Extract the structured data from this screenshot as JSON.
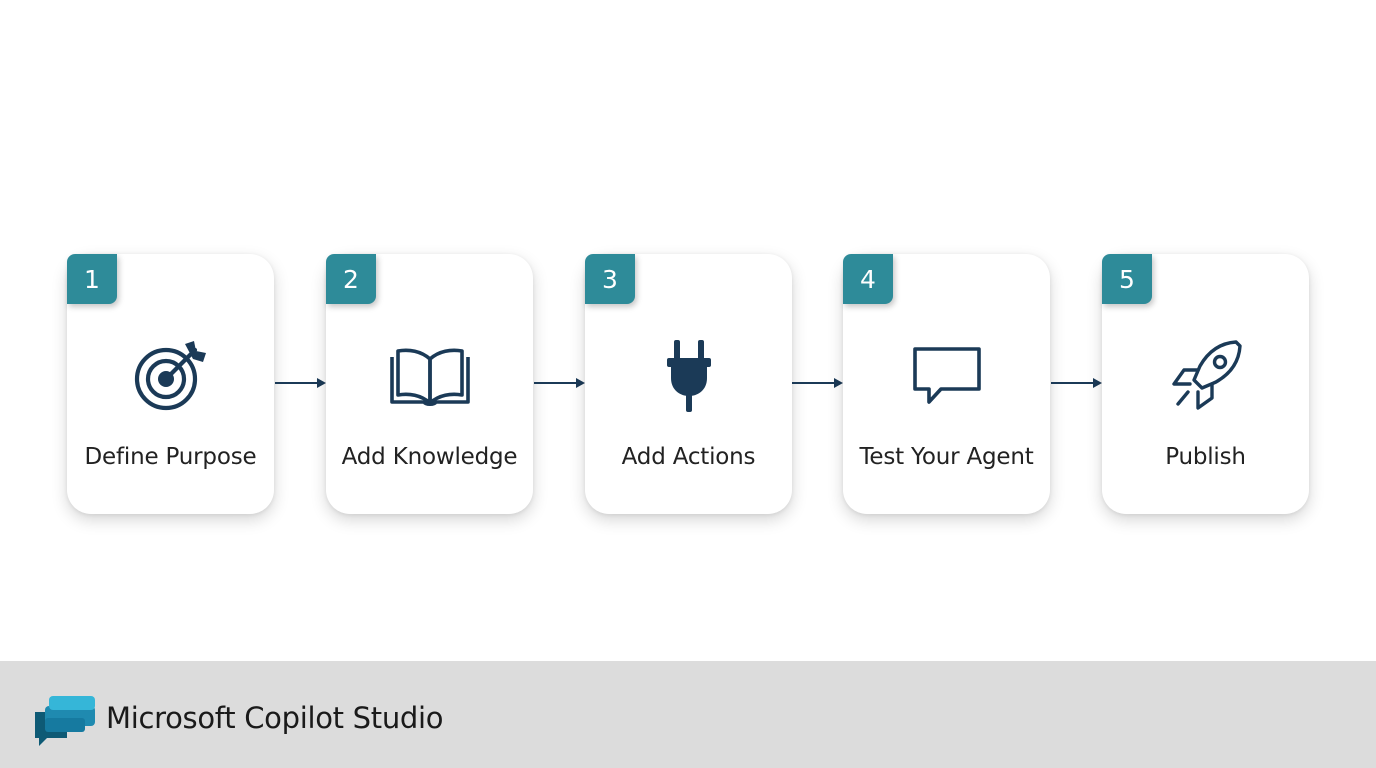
{
  "colors": {
    "badge": "#2e8b99",
    "icon": "#1b3a57",
    "arrow": "#1b3a57",
    "footer_bg": "#dcdcdc"
  },
  "steps": [
    {
      "number": "1",
      "label": "Define Purpose",
      "icon": "target-icon"
    },
    {
      "number": "2",
      "label": "Add Knowledge",
      "icon": "open-book-icon"
    },
    {
      "number": "3",
      "label": "Add Actions",
      "icon": "plug-icon"
    },
    {
      "number": "4",
      "label": "Test Your Agent",
      "icon": "chat-bubble-icon"
    },
    {
      "number": "5",
      "label": "Publish",
      "icon": "rocket-icon"
    }
  ],
  "footer": {
    "logo_icon": "copilot-studio-logo-icon",
    "brand": "Microsoft Copilot Studio"
  }
}
